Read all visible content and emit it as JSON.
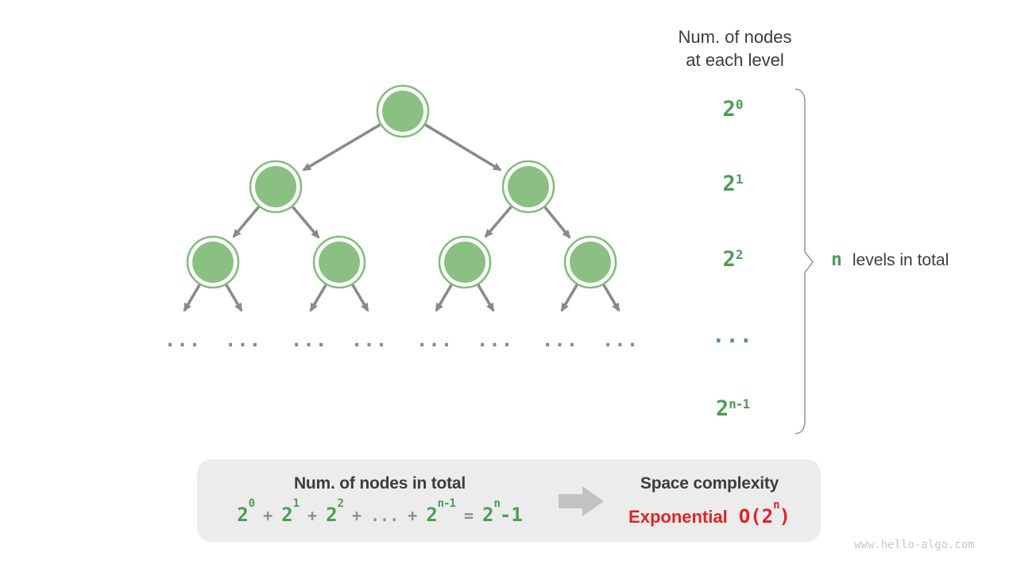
{
  "colors": {
    "green_text": "#4E9B55",
    "node_fill": "#8BC083",
    "node_stroke": "#83BD7C",
    "arrow_gray": "#8A8A8A",
    "op_gray": "#8F8F8F",
    "dark_text": "#3C3C3C",
    "box_bg": "#ECECEC",
    "big_arrow": "#C2C2C2",
    "red": "#E02424",
    "brace_gray": "#8C8C8C",
    "watermark_gray": "#C8C8C8"
  },
  "header": {
    "line1": "Num. of nodes",
    "line2": "at each level"
  },
  "levels": [
    {
      "base": "2",
      "exp": "0"
    },
    {
      "base": "2",
      "exp": "1"
    },
    {
      "base": "2",
      "exp": "2"
    },
    {
      "base": "...",
      "exp": ""
    },
    {
      "base": "2",
      "exp": "n-1"
    }
  ],
  "brace_label": {
    "n": "n",
    "text": "levels in total"
  },
  "tree": {
    "ellipsis": "..."
  },
  "summary": {
    "left_title": "Num. of nodes in total",
    "formula": {
      "t1_base": "2",
      "t1_exp": "0",
      "op1": "+",
      "t2_base": "2",
      "t2_exp": "1",
      "op2": "+",
      "t3_base": "2",
      "t3_exp": "2",
      "op3": "+",
      "dots": "...",
      "op4": "+",
      "t4_base": "2",
      "t4_exp": "n-1",
      "eq": "=",
      "t5_base": "2",
      "t5_exp": "n",
      "t5_suffix": "-1"
    },
    "right_title": "Space complexity",
    "complexity_word": "Exponential",
    "complexity_o_open": "O(2",
    "complexity_o_exp": "n",
    "complexity_o_close": ")"
  },
  "watermark": "www.hello-algo.com"
}
